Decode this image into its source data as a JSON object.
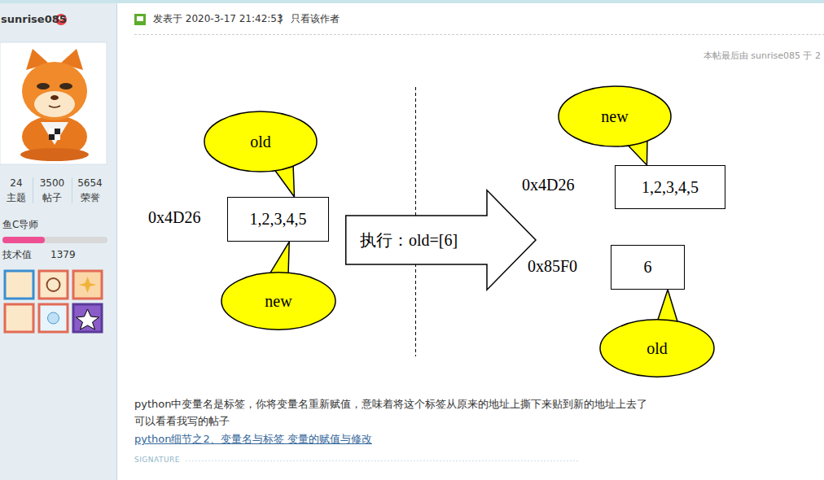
{
  "diagram": {
    "nodes": [
      {
        "text": [
          "old"
        ]
      },
      {
        "text": [
          "1,2,3,4,5"
        ]
      },
      {
        "text": [
          "new"
        ]
      },
      {
        "text": [
          "执行：old=[6]"
        ]
      },
      {
        "text": [
          "new"
        ]
      },
      {
        "text": [
          "1,2,3,4,5"
        ]
      },
      {
        "text": [
          "6"
        ]
      },
      {
        "text": [
          "old"
        ]
      }
    ],
    "edges": [
      {
        "from": 0,
        "to": 1,
        "arrow": "none"
      },
      {
        "from": 2,
        "to": 1,
        "arrow": "none"
      },
      {
        "from": 4,
        "to": 5,
        "arrow": "none"
      },
      {
        "from": 7,
        "to": 6,
        "arrow": "none"
      }
    ],
    "labels": [
      "sunrise085",
      "24",
      "3500",
      "5654",
      "主题",
      "帖子",
      "荣誉",
      "鱼C导师",
      "技术值",
      "1379",
      "发表于 2020-3-17 21:42:53",
      "|",
      "只看该作者",
      "本帖最后由 sunrise085 于 2",
      "0x4D26",
      "0x4D26",
      "0x85F0",
      "python中变量名是标签，你将变量名重新赋值，意味着将这个标签从原来的地址上撕下来贴到新的地址上去了",
      "可以看看我写的帖子",
      "python细节之2、变量名与标签 变量的赋值与修改",
      "SIGNATURE"
    ]
  }
}
